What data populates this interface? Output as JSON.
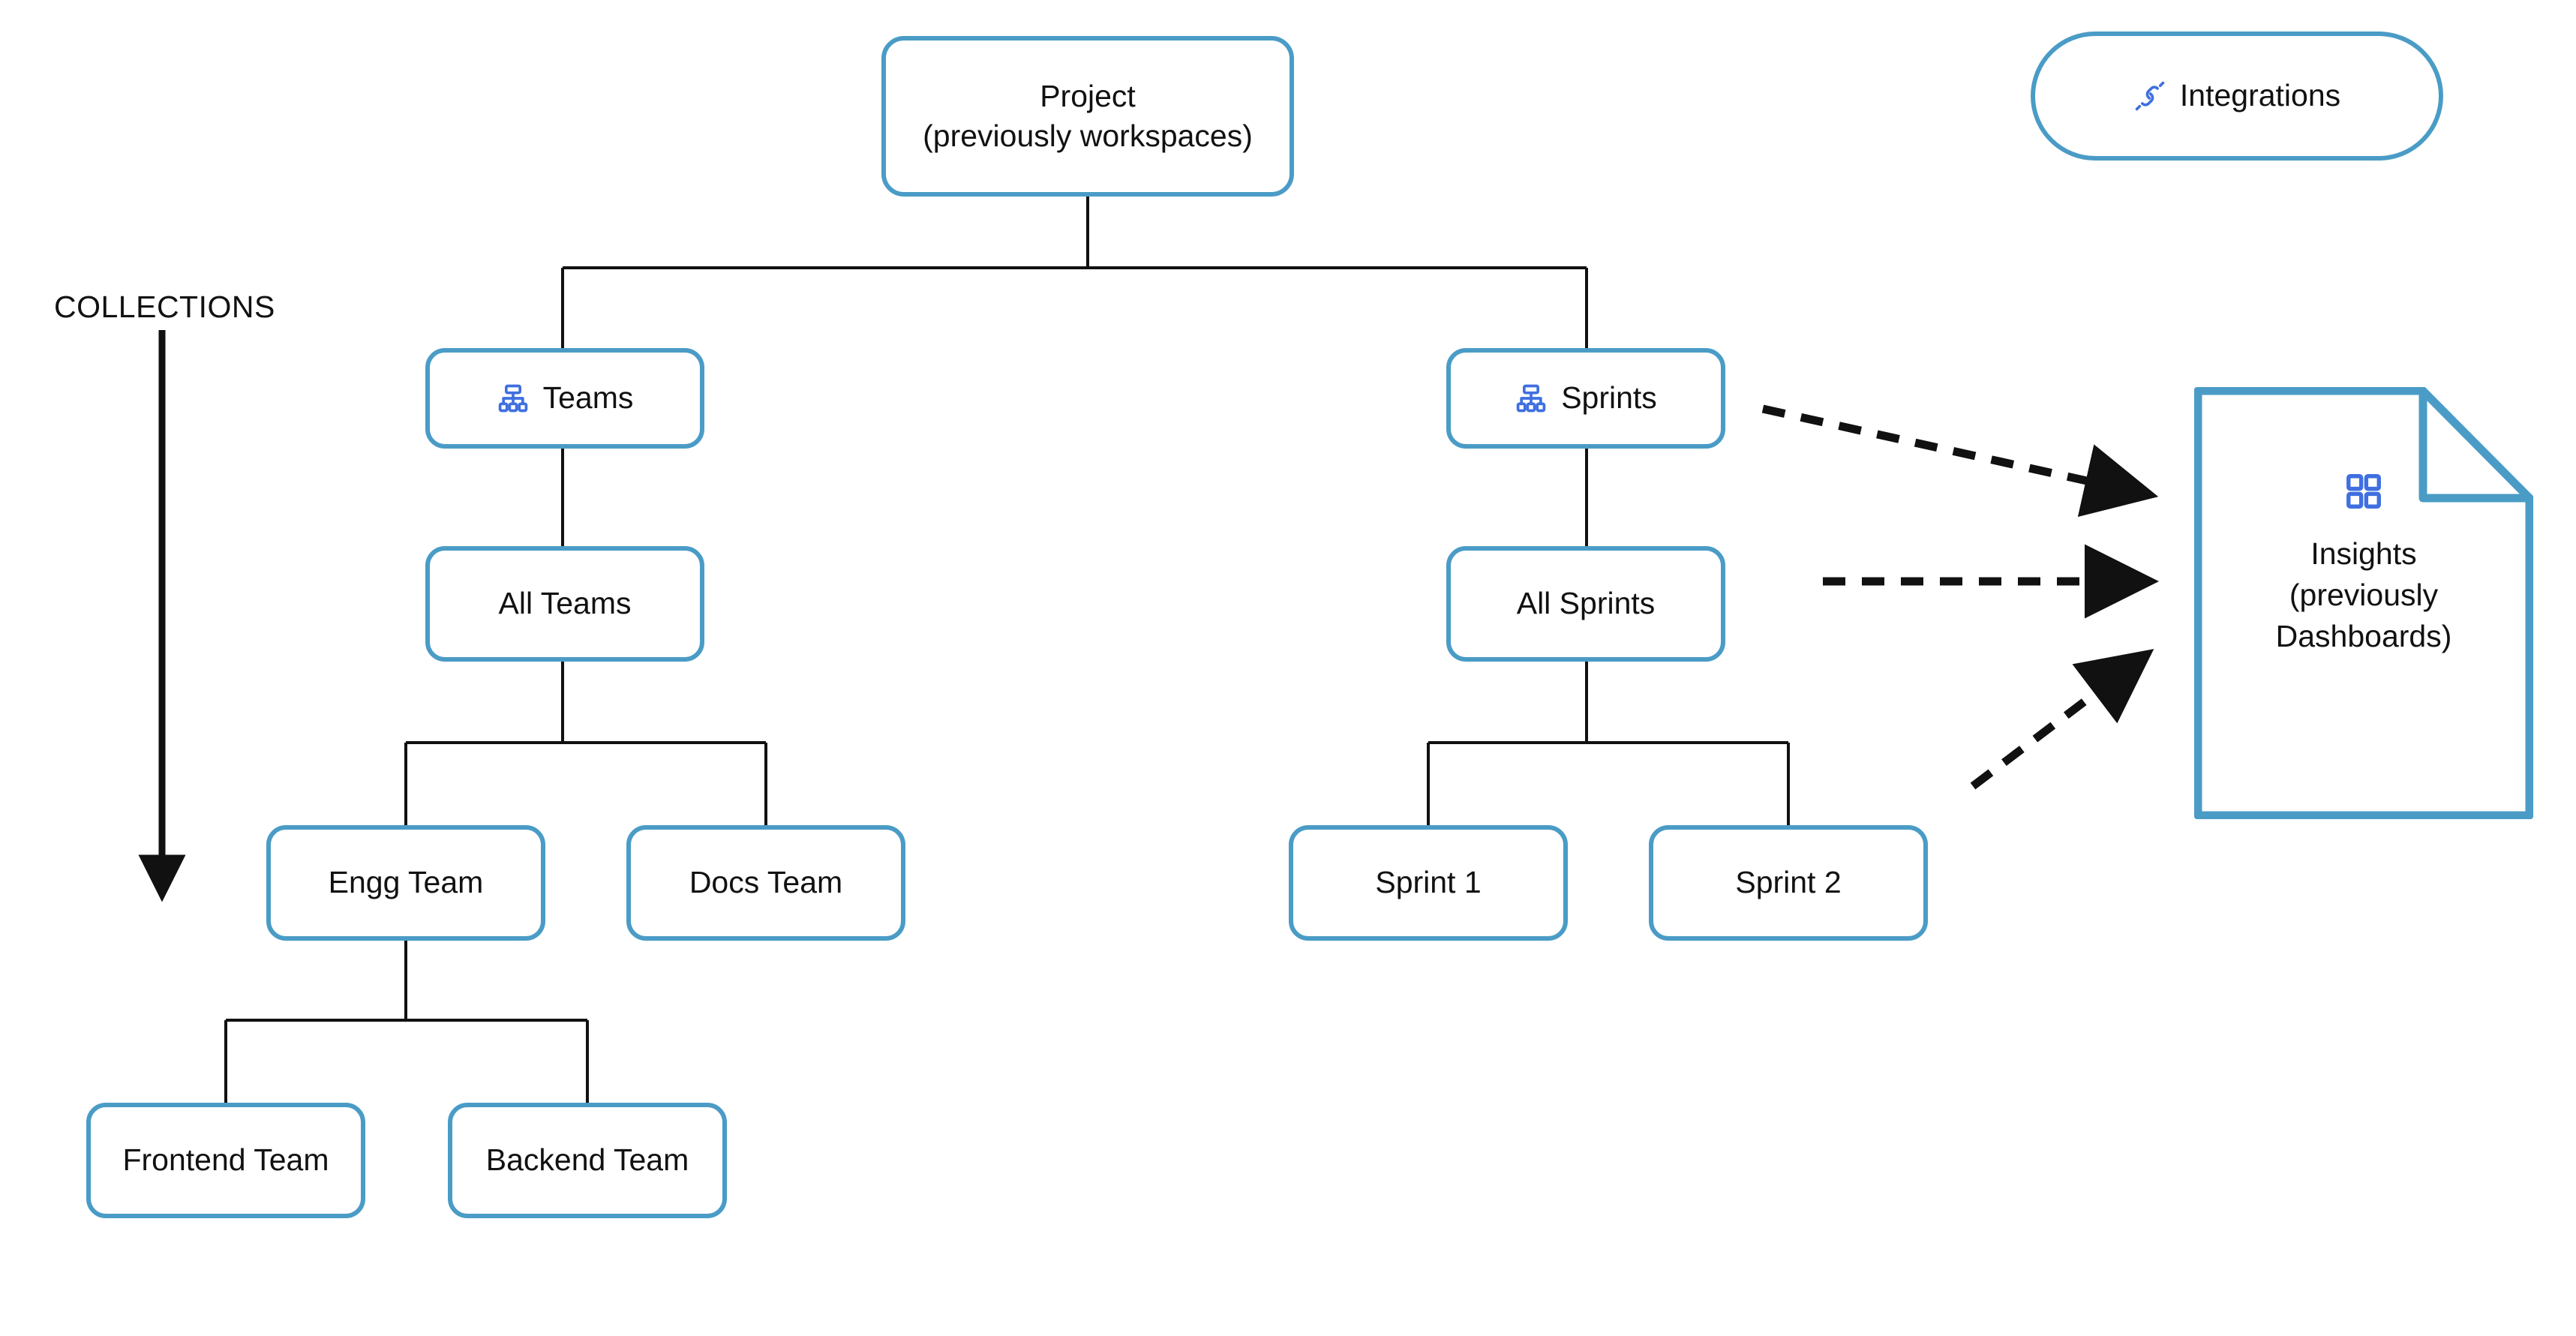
{
  "diagram": {
    "title_node": {
      "label": "Project\n(previously workspaces)"
    },
    "side_label": "COLLECTIONS",
    "integrations": {
      "label": "Integrations",
      "icon": "plug-connector-icon"
    },
    "insights": {
      "label": "Insights\n(previously\nDashboards)",
      "icon": "grid-2x2-icon"
    },
    "branches": [
      {
        "root": {
          "label": "Teams",
          "icon": "hierarchy-icon"
        },
        "all": {
          "label": "All Teams"
        },
        "children": [
          {
            "label": "Engg Team",
            "children": [
              {
                "label": "Frontend Team"
              },
              {
                "label": "Backend Team"
              }
            ]
          },
          {
            "label": "Docs Team",
            "children": []
          }
        ]
      },
      {
        "root": {
          "label": "Sprints",
          "icon": "hierarchy-icon"
        },
        "all": {
          "label": "All Sprints"
        },
        "children": [
          {
            "label": "Sprint 1",
            "children": []
          },
          {
            "label": "Sprint 2",
            "children": []
          }
        ]
      }
    ],
    "colors": {
      "node_border": "#4a9cc6",
      "icon_blue": "#3f6fe0",
      "connector": "#111111",
      "text": "#111111",
      "background": "#ffffff"
    },
    "annotations": {
      "collections_arrow": "downward-arrow",
      "insights_arrows": 3,
      "insights_arrow_style": "dashed"
    }
  }
}
